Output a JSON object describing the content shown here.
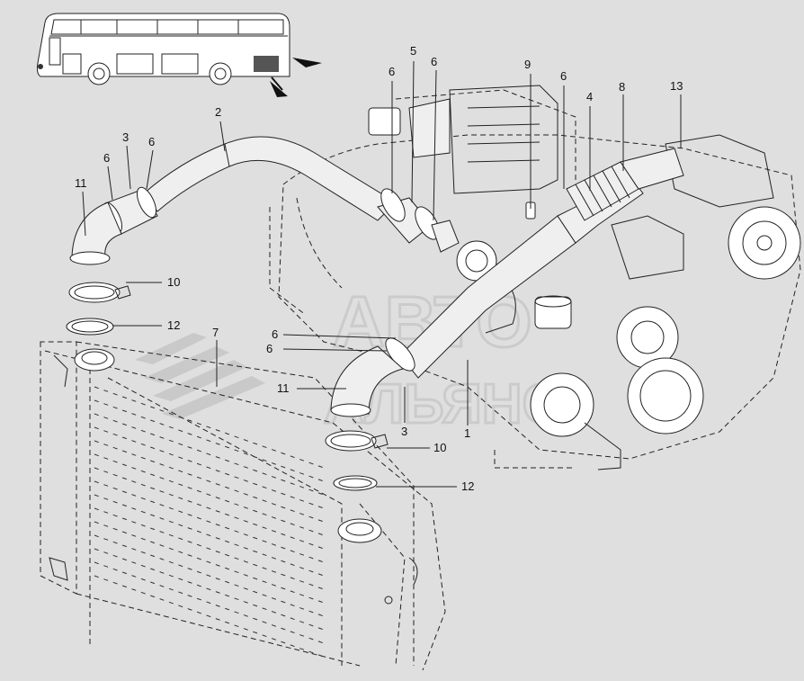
{
  "diagram": {
    "callouts": [
      {
        "id": "c-2",
        "text": "2"
      },
      {
        "id": "c-3",
        "text": "3"
      },
      {
        "id": "c-6a",
        "text": "6"
      },
      {
        "id": "c-6b",
        "text": "6"
      },
      {
        "id": "c-11a",
        "text": "11"
      },
      {
        "id": "c-10a",
        "text": "10"
      },
      {
        "id": "c-12a",
        "text": "12"
      },
      {
        "id": "c-7",
        "text": "7"
      },
      {
        "id": "c-6c",
        "text": "6"
      },
      {
        "id": "c-6d",
        "text": "6"
      },
      {
        "id": "c-11b",
        "text": "11"
      },
      {
        "id": "c-3b",
        "text": "3"
      },
      {
        "id": "c-1",
        "text": "1"
      },
      {
        "id": "c-10b",
        "text": "10"
      },
      {
        "id": "c-12b",
        "text": "12"
      },
      {
        "id": "c-6e",
        "text": "6"
      },
      {
        "id": "c-5",
        "text": "5"
      },
      {
        "id": "c-6f",
        "text": "6"
      },
      {
        "id": "c-9",
        "text": "9"
      },
      {
        "id": "c-6g",
        "text": "6"
      },
      {
        "id": "c-4",
        "text": "4"
      },
      {
        "id": "c-8",
        "text": "8"
      },
      {
        "id": "c-13",
        "text": "13"
      }
    ],
    "watermark": {
      "line1": "АВТО",
      "line2": "АЛЬЯНС"
    }
  }
}
